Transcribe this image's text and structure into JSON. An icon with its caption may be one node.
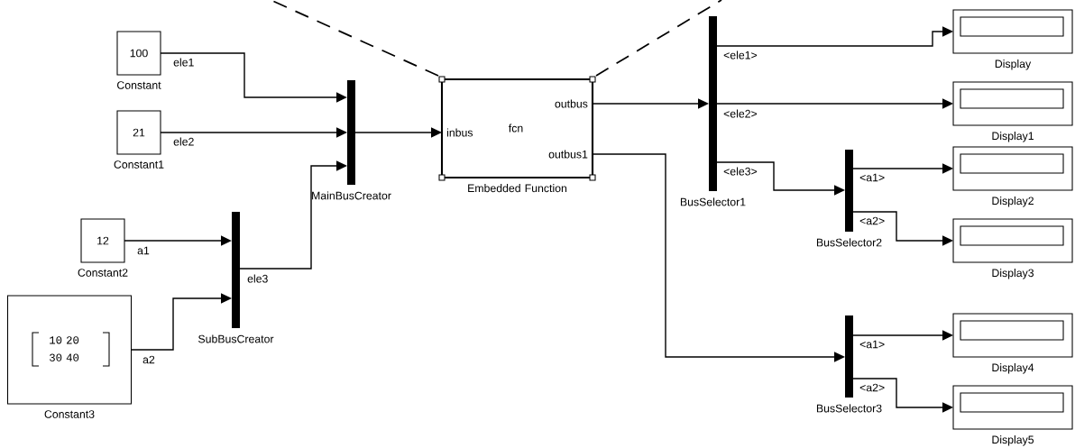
{
  "diagram": {
    "nodes": [
      {
        "text": [
          "100"
        ],
        "beside": [
          "Constant"
        ]
      },
      {
        "text": [
          "21"
        ],
        "beside": [
          "Constant1"
        ]
      },
      {
        "text": [
          "12"
        ],
        "beside": [
          "Constant2"
        ]
      },
      {
        "text": [
          "10 20 30 40"
        ],
        "beside": [
          "Constant3"
        ]
      },
      {
        "text": [
          "SubBusCreator"
        ]
      },
      {
        "text": [
          "MainBusCreator"
        ]
      },
      {
        "text": [
          "inbus",
          "fcn",
          "outbus",
          "outbus1"
        ],
        "beside": [
          "Embedded Function"
        ]
      },
      {
        "text": [
          "BusSelector1"
        ]
      },
      {
        "text": [
          "BusSelector2"
        ]
      },
      {
        "text": [
          "BusSelector3"
        ]
      },
      {
        "text": [],
        "shape": "box",
        "beside": [
          "Display"
        ]
      },
      {
        "text": [],
        "shape": "box",
        "beside": [
          "Display1"
        ]
      },
      {
        "text": [],
        "shape": "box",
        "beside": [
          "Display2"
        ]
      },
      {
        "text": [],
        "shape": "box",
        "beside": [
          "Display3"
        ]
      },
      {
        "text": [],
        "shape": "box",
        "beside": [
          "Display4"
        ]
      },
      {
        "text": [],
        "shape": "box",
        "beside": [
          "Display5"
        ]
      }
    ],
    "edges": [
      {
        "from": 0,
        "to": 5,
        "arrow": "to",
        "label": "ele1"
      },
      {
        "from": 1,
        "to": 5,
        "arrow": "to",
        "label": "ele2"
      },
      {
        "from": 2,
        "to": 4,
        "arrow": "to",
        "label": "a1"
      },
      {
        "from": 3,
        "to": 4,
        "arrow": "to",
        "label": "a2"
      },
      {
        "from": 4,
        "to": 5,
        "arrow": "to",
        "label": "ele3"
      },
      {
        "from": 5,
        "to": 6,
        "arrow": "to"
      },
      {
        "from": 6,
        "to": 7,
        "arrow": "to"
      },
      {
        "from": 6,
        "to": 9,
        "arrow": "to"
      },
      {
        "from": 7,
        "to": 10,
        "arrow": "to",
        "label": "<ele1>"
      },
      {
        "from": 7,
        "to": 11,
        "arrow": "to",
        "label": "<ele2>"
      },
      {
        "from": 7,
        "to": 8,
        "arrow": "to",
        "label": "<ele3>"
      },
      {
        "from": 8,
        "to": 12,
        "arrow": "to",
        "label": "<a1>"
      },
      {
        "from": 8,
        "to": 13,
        "arrow": "to",
        "label": "<a2>"
      },
      {
        "from": 9,
        "to": 14,
        "arrow": "to",
        "label": "<a1>"
      },
      {
        "from": 9,
        "to": 15,
        "arrow": "to",
        "label": "<a2>"
      }
    ]
  }
}
